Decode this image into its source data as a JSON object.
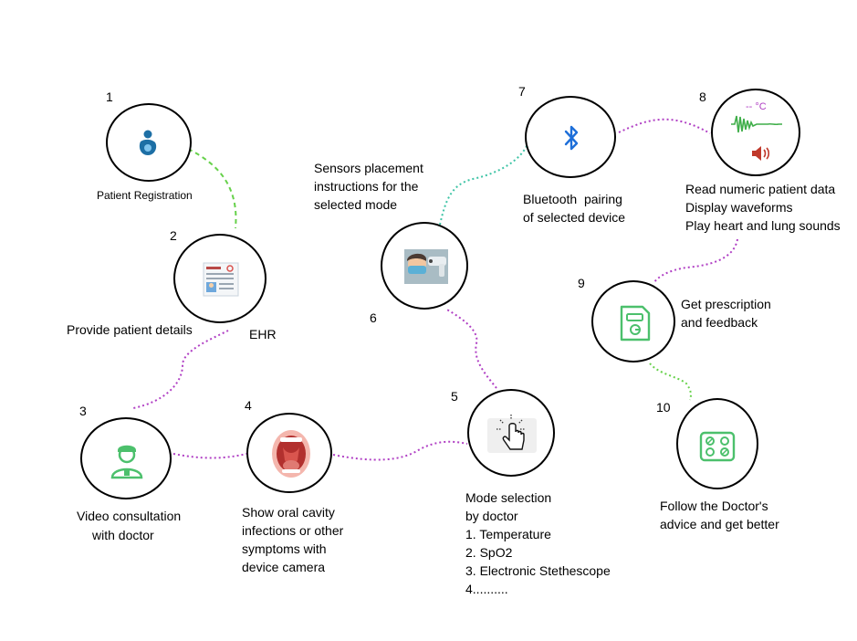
{
  "steps": [
    {
      "num": "1",
      "label": [
        "Patient Registration"
      ],
      "icon": "patient-registration-icon"
    },
    {
      "num": "2",
      "label": [
        "Provide patient details"
      ],
      "extra": "EHR",
      "icon": "ehr-record-icon"
    },
    {
      "num": "3",
      "label": [
        "Video consultation",
        "with doctor"
      ],
      "icon": "doctor-icon"
    },
    {
      "num": "4",
      "label": [
        "Show oral cavity",
        "infections or other",
        "symptoms with",
        "device camera"
      ],
      "icon": "oral-cavity-icon"
    },
    {
      "num": "5",
      "label": [
        "Mode selection",
        "by doctor",
        "1. Temperature",
        "2. SpO2",
        "3. Electronic Stethescope",
        "4.........."
      ],
      "icon": "hand-touch-icon"
    },
    {
      "num": "6",
      "label": [
        "Sensors placement",
        "instructions for the",
        "selected mode"
      ],
      "icon": "thermometer-forehead-icon"
    },
    {
      "num": "7",
      "label": [
        "Bluetooth  pairing",
        "of selected device"
      ],
      "icon": "bluetooth-icon"
    },
    {
      "num": "8",
      "label": [
        "Read numeric patient data",
        "Display waveforms",
        "Play heart and lung sounds"
      ],
      "icon": "waveform-speaker-icon",
      "icon_text": "-- °C"
    },
    {
      "num": "9",
      "label": [
        "Get prescription",
        "and feedback"
      ],
      "icon": "prescription-icon"
    },
    {
      "num": "10",
      "label": [
        "Follow the Doctor's",
        "advice and get better"
      ],
      "icon": "medicine-box-icon"
    }
  ],
  "colors": {
    "green_link": "#66d14a",
    "purple_link": "#b03fc4",
    "teal_link": "#3fc4a6",
    "icon_green": "#4cc06c",
    "icon_blue": "#1e6fd9"
  }
}
